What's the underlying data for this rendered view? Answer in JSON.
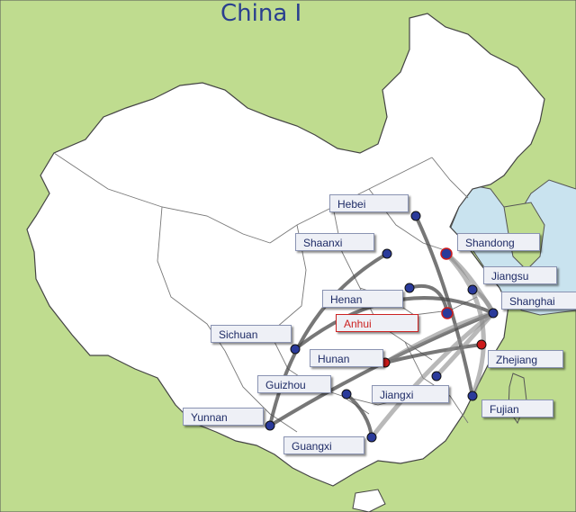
{
  "title": "China I",
  "provinces": [
    {
      "name": "Hebei",
      "highlight": false
    },
    {
      "name": "Shandong",
      "highlight": false
    },
    {
      "name": "Shaanxi",
      "highlight": false
    },
    {
      "name": "Jiangsu",
      "highlight": false
    },
    {
      "name": "Henan",
      "highlight": false
    },
    {
      "name": "Shanghai",
      "highlight": false
    },
    {
      "name": "Anhui",
      "highlight": true
    },
    {
      "name": "Sichuan",
      "highlight": false
    },
    {
      "name": "Hunan",
      "highlight": false
    },
    {
      "name": "Zhejiang",
      "highlight": false
    },
    {
      "name": "Guizhou",
      "highlight": false
    },
    {
      "name": "Jiangxi",
      "highlight": false
    },
    {
      "name": "Fujian",
      "highlight": false
    },
    {
      "name": "Yunnan",
      "highlight": false
    },
    {
      "name": "Guangxi",
      "highlight": false
    }
  ],
  "colors": {
    "sea": "#c9e3ef",
    "neighbor_land": "#bfdc8f",
    "china_land": "#ffffff",
    "route": "#4a4a4a",
    "node_blue": "#2a3a9a",
    "node_red": "#cc1a1a",
    "title": "#2a3f8f"
  }
}
